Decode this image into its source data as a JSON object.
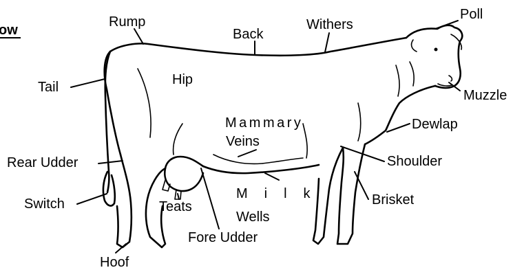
{
  "header": {
    "partial_title": "ow"
  },
  "labels": {
    "rump": "Rump",
    "back": "Back",
    "withers": "Withers",
    "poll": "Poll",
    "tail": "Tail",
    "hip": "Hip",
    "muzzle": "Muzzle",
    "dewlap": "Dewlap",
    "mammary_veins_line1": "Mammary",
    "mammary_veins_line2": "Veins",
    "rear_udder": "Rear Udder",
    "shoulder": "Shoulder",
    "switch": "Switch",
    "teats": "Teats",
    "milk_wells_line1": "Milk",
    "milk_wells_line2": "Wells",
    "brisket": "Brisket",
    "fore_udder": "Fore Udder",
    "hoof": "Hoof"
  },
  "colors": {
    "ink": "#000000",
    "background": "#ffffff"
  }
}
